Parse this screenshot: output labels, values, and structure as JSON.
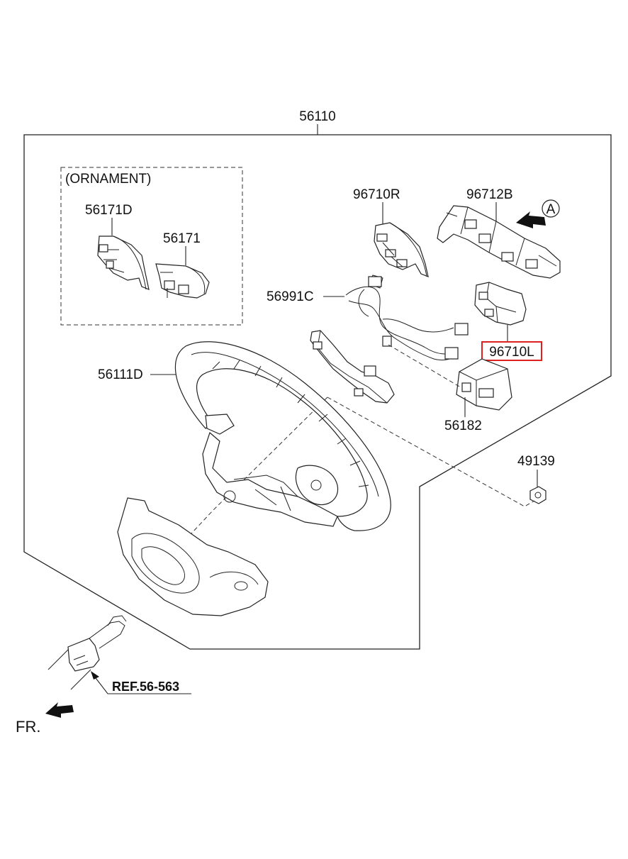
{
  "diagram": {
    "labels": {
      "assembly": "56110",
      "ornament_group": "(ORNAMENT)",
      "ornament_left": "56171D",
      "ornament_right": "56171",
      "switch_right": "96710R",
      "switch_bracket": "96712B",
      "view_marker": "A",
      "wiring": "56991C",
      "switch_left": "96710L",
      "wheel": "56111D",
      "module": "56182",
      "nut": "49139",
      "reference": "REF.56-563",
      "front": "FR."
    },
    "highlight": {
      "part": "96710L",
      "color": "#e0201f"
    }
  }
}
